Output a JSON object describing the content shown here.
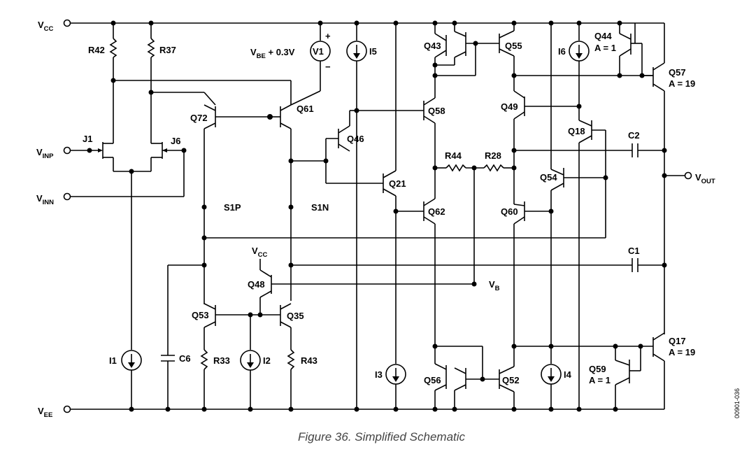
{
  "figure": {
    "caption": "Figure 36. Simplified Schematic",
    "side_code": "00901-036"
  },
  "nets": {
    "vcc": {
      "main": "V",
      "sub": "CC"
    },
    "vee": {
      "main": "V",
      "sub": "EE"
    },
    "vinp": {
      "main": "V",
      "sub": "INP"
    },
    "vinn": {
      "main": "V",
      "sub": "INN"
    },
    "vout": {
      "main": "V",
      "sub": "OUT"
    },
    "vb": {
      "main": "V",
      "sub": "B"
    },
    "vcc_q48": {
      "main": "V",
      "sub": "CC"
    },
    "s1p": "S1P",
    "s1n": "S1N"
  },
  "sources": {
    "v1": {
      "label_main": "V",
      "label_sub": "BE",
      "label_rest": " + 0.3V",
      "symbol": "V1",
      "plus": "+",
      "minus": "−"
    },
    "i1": "I1",
    "i2": "I2",
    "i3": "I3",
    "i4": "I4",
    "i5": "I5",
    "i6": "I6"
  },
  "resistors": {
    "r42": "R42",
    "r37": "R37",
    "r33": "R33",
    "r43": "R43",
    "r44": "R44",
    "r28": "R28"
  },
  "capacitors": {
    "c1": "C1",
    "c2": "C2",
    "c6": "C6"
  },
  "jfets": {
    "j1": "J1",
    "j6": "J6"
  },
  "transistors": {
    "q72": "Q72",
    "q61": "Q61",
    "q46": "Q46",
    "q21": "Q21",
    "q58": "Q58",
    "q62": "Q62",
    "q43": "Q43",
    "q55": "Q55",
    "q44": "Q44",
    "q44_gain": "A = 1",
    "q57": "Q57",
    "q57_gain": "A = 19",
    "q49": "Q49",
    "q18": "Q18",
    "q54": "Q54",
    "q60": "Q60",
    "q48": "Q48",
    "q53": "Q53",
    "q35": "Q35",
    "q56": "Q56",
    "q52": "Q52",
    "q17": "Q17",
    "q17_gain": "A = 19",
    "q59": "Q59",
    "q59_gain": "A = 1"
  }
}
